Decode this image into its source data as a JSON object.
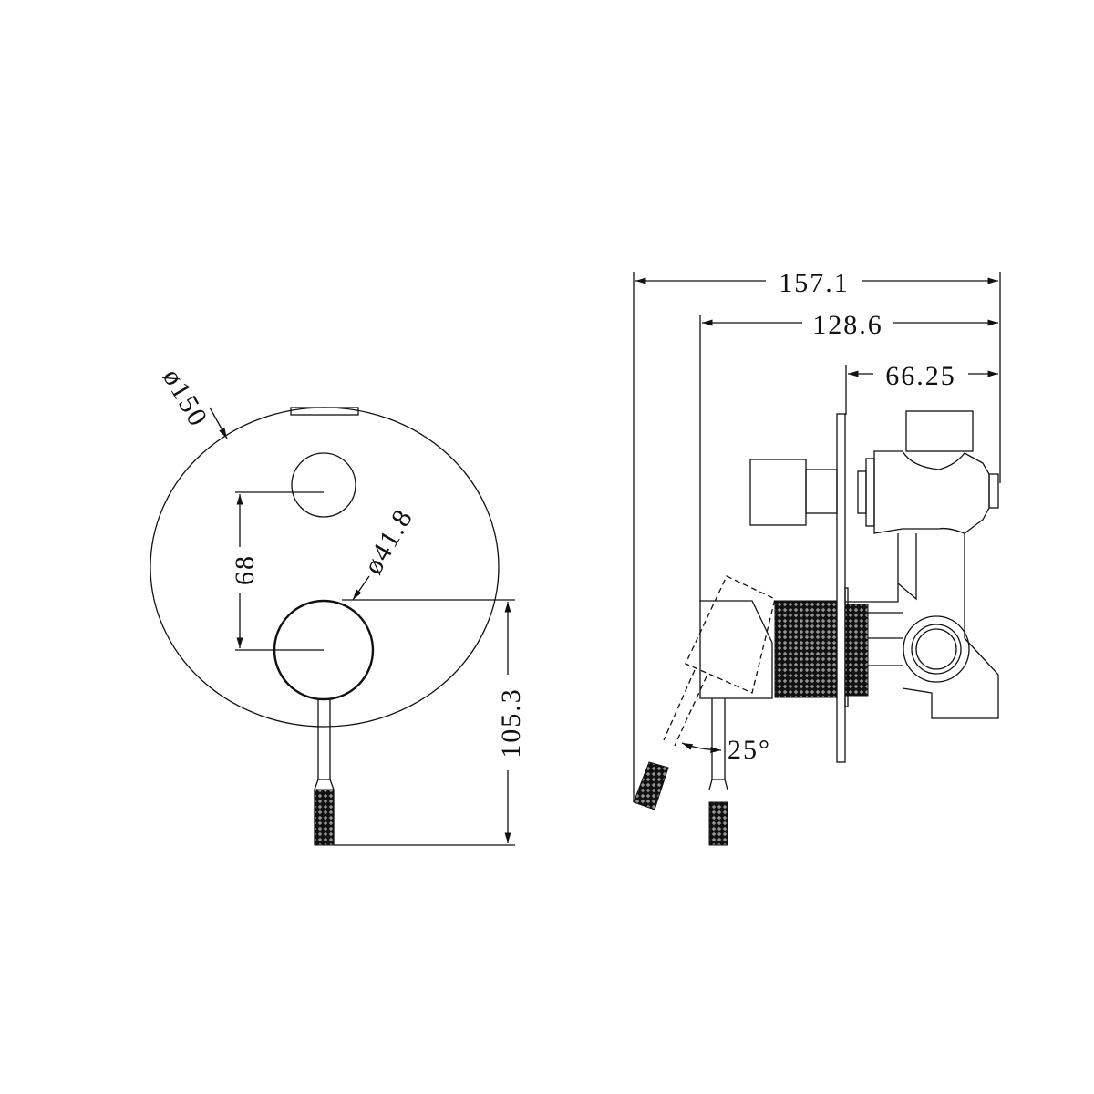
{
  "front_view": {
    "plate_diameter": "ø150",
    "knob_spacing": "68",
    "handle_diameter": "ø41.8",
    "handle_to_lever_end": "105.3"
  },
  "side_view": {
    "overall_depth": "157.1",
    "handle_depth": "128.6",
    "body_depth": "66.25",
    "lever_angle": "25°"
  },
  "colors": {
    "line": "#111111",
    "background": "#ffffff"
  }
}
